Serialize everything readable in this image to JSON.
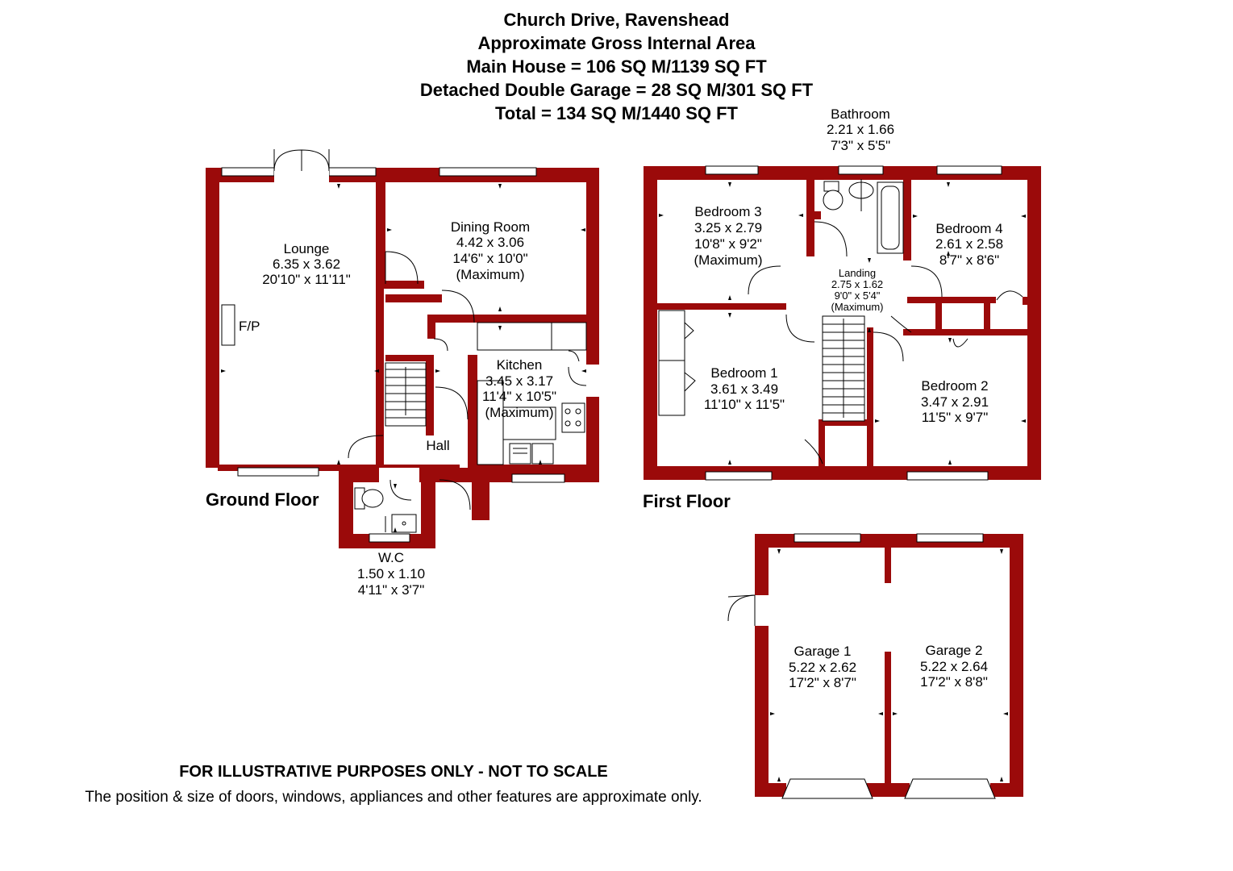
{
  "header": {
    "title": "Church Drive, Ravenshead",
    "subtitle": "Approximate Gross Internal Area",
    "main_house": "Main House = 106 SQ M/1139 SQ FT",
    "garage": "Detached Double Garage = 28 SQ M/301 SQ FT",
    "total": "Total = 134 SQ M/1440 SQ FT"
  },
  "floors": {
    "ground": "Ground Floor",
    "first": "First Floor"
  },
  "rooms": {
    "lounge": {
      "name": "Lounge",
      "metric": "6.35 x 3.62",
      "imperial": "20'10\" x 11'11\""
    },
    "fp": {
      "name": "F/P"
    },
    "dining": {
      "name": "Dining Room",
      "metric": "4.42 x 3.06",
      "imperial": "14'6\" x 10'0\"",
      "note": "(Maximum)"
    },
    "kitchen": {
      "name": "Kitchen",
      "metric": "3.45 x 3.17",
      "imperial": "11'4\" x 10'5\"",
      "note": "(Maximum)"
    },
    "hall": {
      "name": "Hall"
    },
    "wc": {
      "name": "W.C",
      "metric": "1.50 x 1.10",
      "imperial": "4'11\" x 3'7\""
    },
    "bathroom": {
      "name": "Bathroom",
      "metric": "2.21 x 1.66",
      "imperial": "7'3\" x 5'5\""
    },
    "bedroom3": {
      "name": "Bedroom 3",
      "metric": "3.25 x 2.79",
      "imperial": "10'8\" x 9'2\"",
      "note": "(Maximum)"
    },
    "bedroom4": {
      "name": "Bedroom 4",
      "metric": "2.61 x 2.58",
      "imperial": "8'7\" x 8'6\""
    },
    "landing": {
      "name": "Landing",
      "metric": "2.75 x 1.62",
      "imperial": "9'0\" x 5'4\"",
      "note": "(Maximum)"
    },
    "bedroom1": {
      "name": "Bedroom 1",
      "metric": "3.61 x 3.49",
      "imperial": "11'10\" x 11'5\""
    },
    "bedroom2": {
      "name": "Bedroom 2",
      "metric": "3.47 x 2.91",
      "imperial": "11'5\" x 9'7\""
    },
    "garage1": {
      "name": "Garage 1",
      "metric": "5.22 x 2.62",
      "imperial": "17'2\" x 8'7\""
    },
    "garage2": {
      "name": "Garage 2",
      "metric": "5.22 x 2.64",
      "imperial": "17'2\" x 8'8\""
    }
  },
  "disclaimer": {
    "line1": "FOR ILLUSTRATIVE PURPOSES ONLY - NOT TO SCALE",
    "line2": "The position & size of doors, windows, appliances and other features are approximate only."
  },
  "colors": {
    "wall": "#9b0a0a",
    "background": "#ffffff",
    "line": "#000000"
  }
}
